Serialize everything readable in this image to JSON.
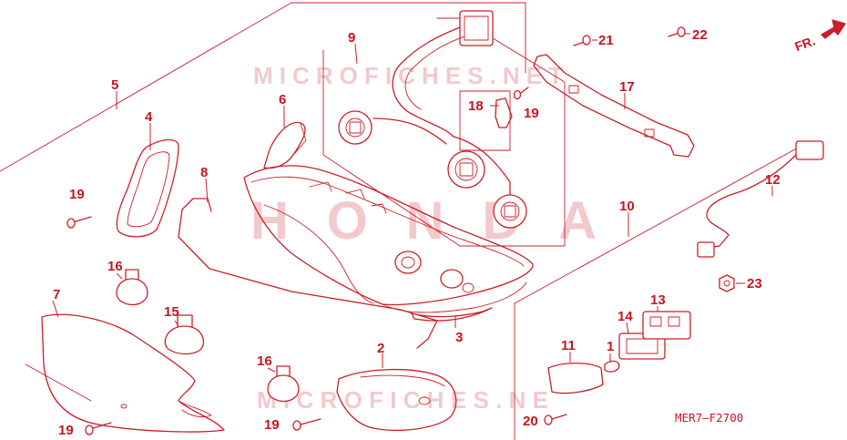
{
  "diagram": {
    "drawing_code": "MER7—F2700",
    "direction_label": "FR.",
    "watermarks": {
      "site_top": "MICROFICHES.NET",
      "brand": "HONDA",
      "site_bottom": "MICROFICHES.NE"
    },
    "parts": [
      {
        "id": "p1",
        "label": "1"
      },
      {
        "id": "p2",
        "label": "2"
      },
      {
        "id": "p3",
        "label": "3"
      },
      {
        "id": "p4",
        "label": "4"
      },
      {
        "id": "p5",
        "label": "5"
      },
      {
        "id": "p6",
        "label": "6"
      },
      {
        "id": "p7",
        "label": "7"
      },
      {
        "id": "p8",
        "label": "8"
      },
      {
        "id": "p9",
        "label": "9"
      },
      {
        "id": "p10",
        "label": "10"
      },
      {
        "id": "p11",
        "label": "11"
      },
      {
        "id": "p12",
        "label": "12"
      },
      {
        "id": "p13",
        "label": "13"
      },
      {
        "id": "p14",
        "label": "14"
      },
      {
        "id": "p15",
        "label": "15"
      },
      {
        "id": "p16a",
        "label": "16"
      },
      {
        "id": "p16b",
        "label": "16"
      },
      {
        "id": "p17",
        "label": "17"
      },
      {
        "id": "p18",
        "label": "18"
      },
      {
        "id": "p19a",
        "label": "19"
      },
      {
        "id": "p19b",
        "label": "19"
      },
      {
        "id": "p19c",
        "label": "19"
      },
      {
        "id": "p19d",
        "label": "19"
      },
      {
        "id": "p20",
        "label": "20"
      },
      {
        "id": "p21",
        "label": "21"
      },
      {
        "id": "p22",
        "label": "22"
      },
      {
        "id": "p23",
        "label": "23"
      }
    ]
  }
}
